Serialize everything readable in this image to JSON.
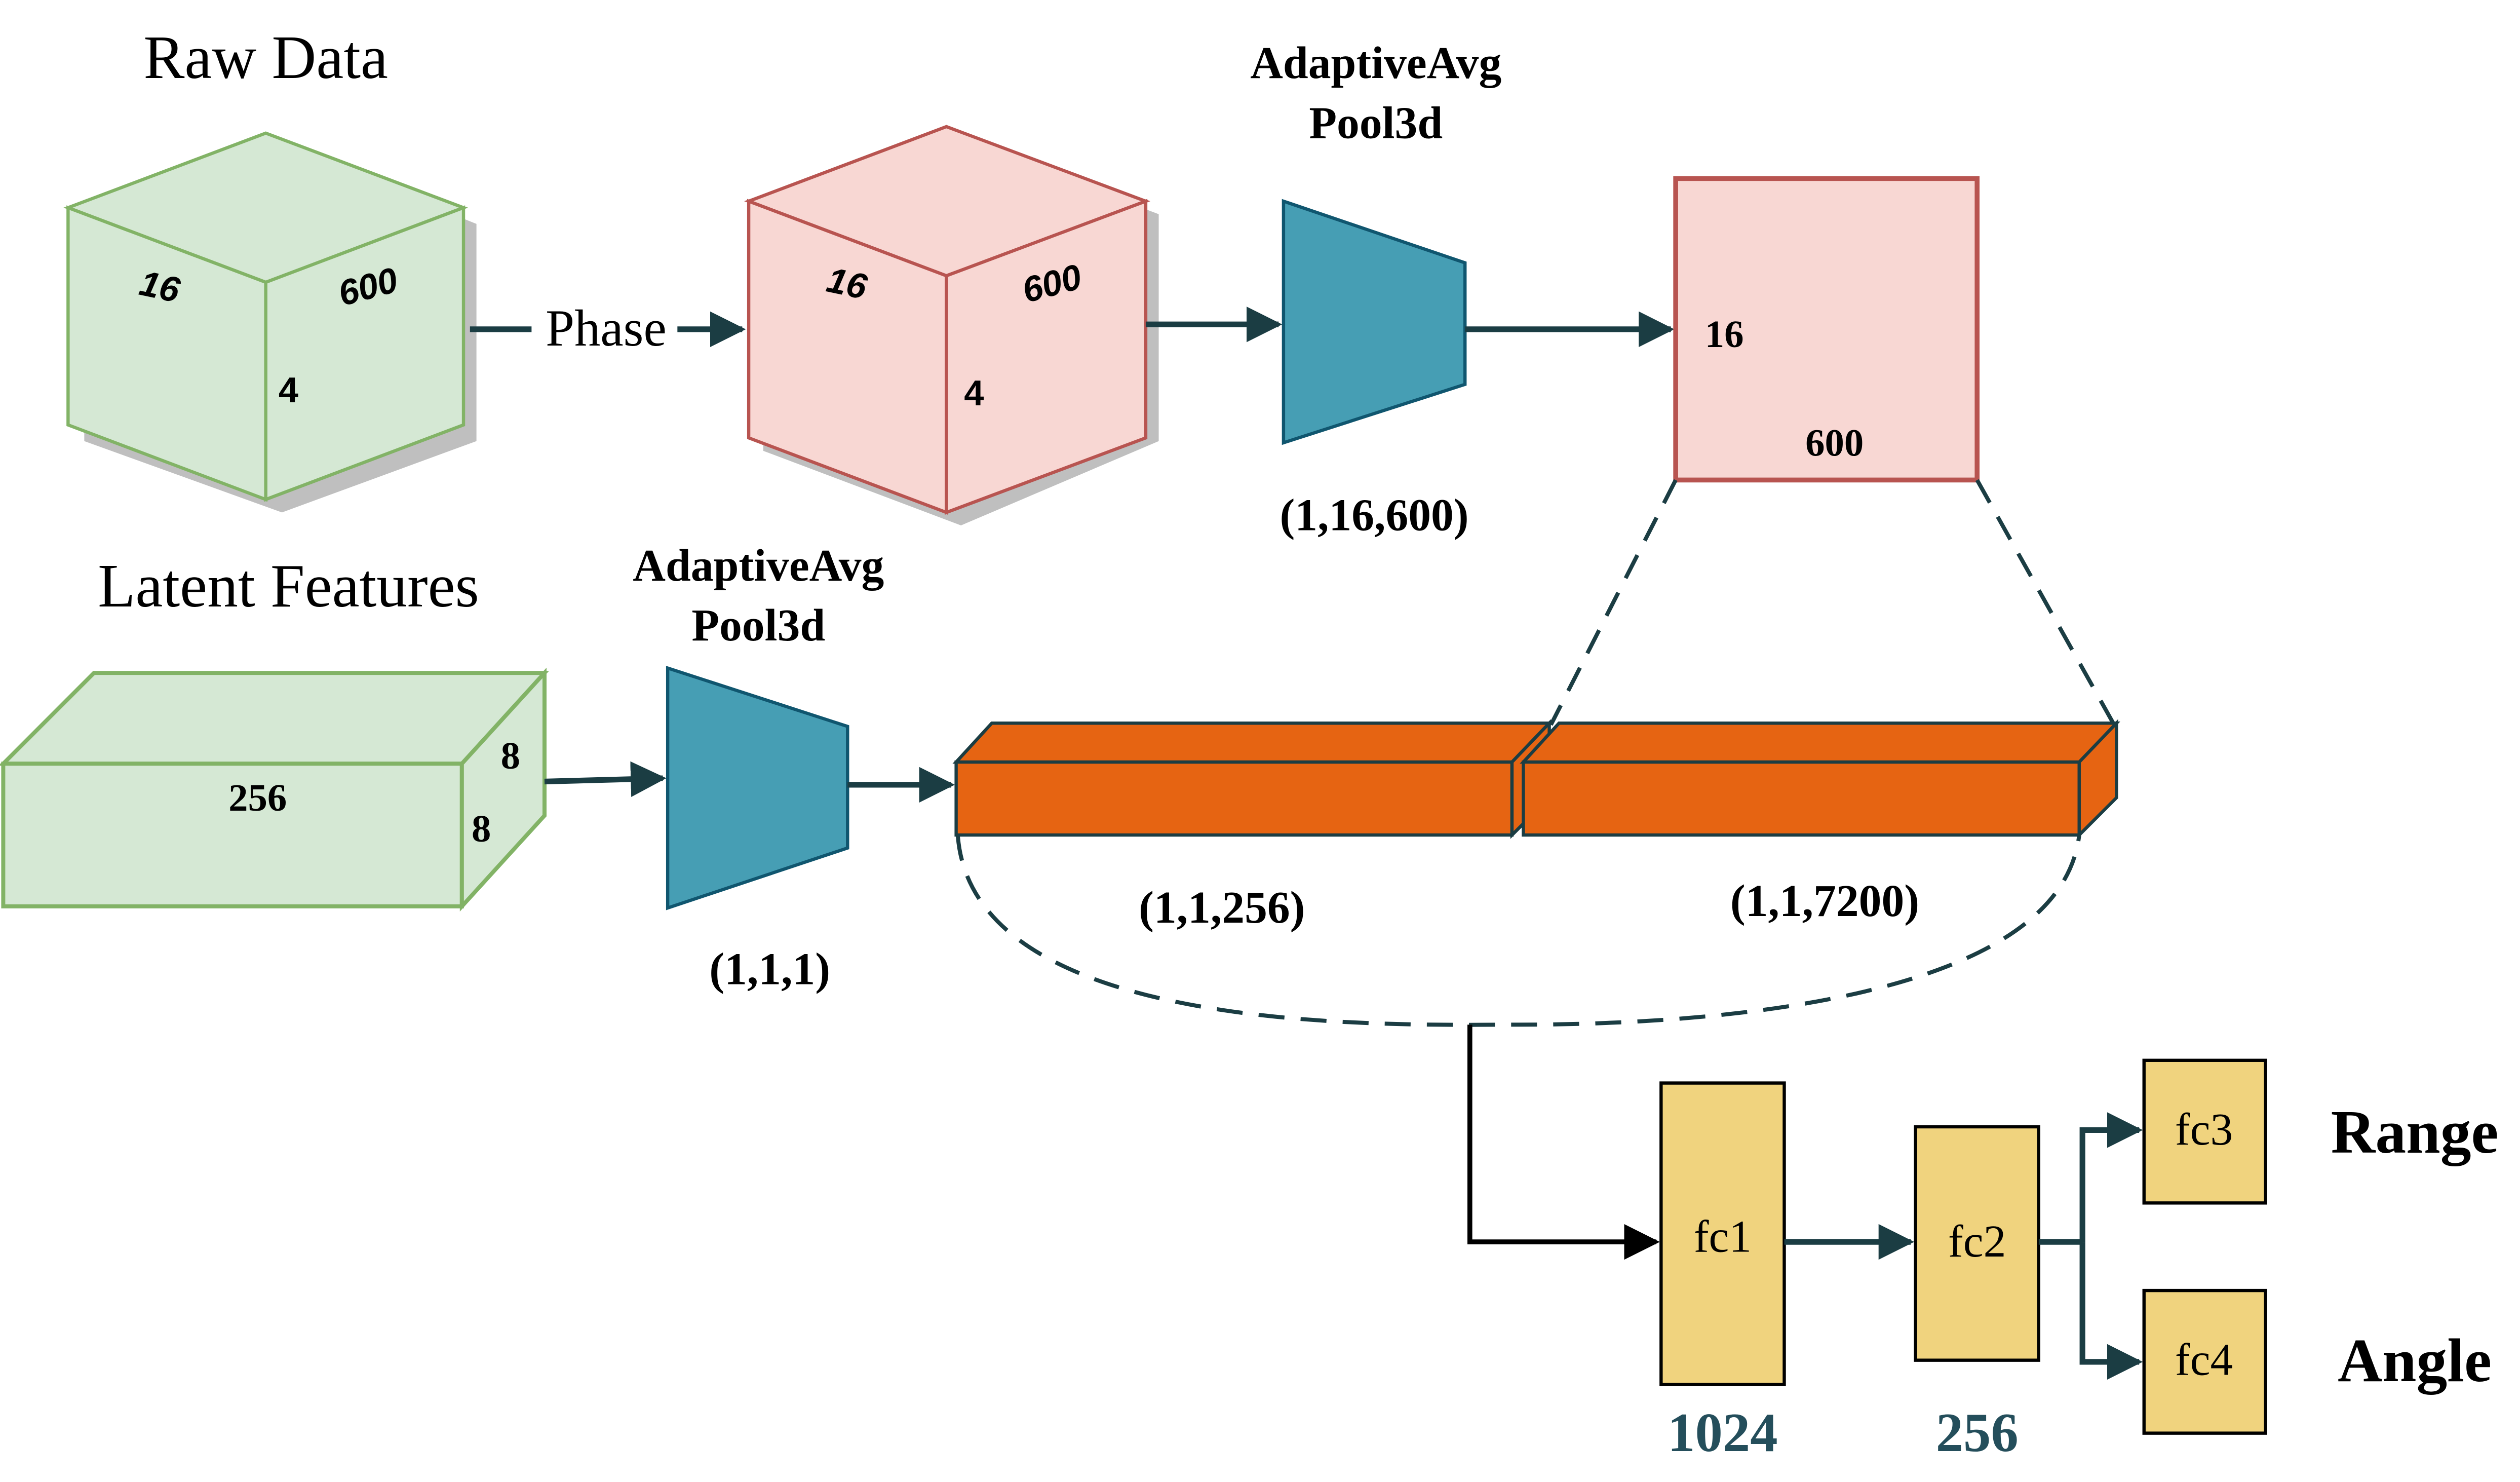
{
  "colors": {
    "green_fill": "#d5e8d4",
    "green_stroke": "#82b366",
    "red_fill": "#f8d7d3",
    "red_stroke": "#b85450",
    "teal_fill": "#469eb4",
    "teal_stroke": "#10566f",
    "orange_fill": "#e66412",
    "yellow_fill": "#f0d37e",
    "arrow": "#1b3d43",
    "label_blue": "#244e5b"
  },
  "raw_data": {
    "title": "Raw Data",
    "dims": [
      "16",
      "600",
      "4"
    ]
  },
  "phase_label": "Phase",
  "phase_cube": {
    "dims": [
      "16",
      "600",
      "4"
    ]
  },
  "pool_top": {
    "title_line1": "AdaptiveAvg",
    "title_line2": "Pool3d",
    "shape": "(1,16,600)"
  },
  "phase_map": {
    "dims": [
      "16",
      "600"
    ]
  },
  "latent": {
    "title": "Latent Features",
    "dims": [
      "256",
      "8",
      "8"
    ]
  },
  "pool_bottom": {
    "title_line1": "AdaptiveAvg",
    "title_line2": "Pool3d",
    "shape": "(1,1,1)"
  },
  "concat": {
    "left_shape": "(1,1,256)",
    "right_shape": "(1,1,7200)"
  },
  "fc_layers": [
    {
      "name": "fc1",
      "size": "1024"
    },
    {
      "name": "fc2",
      "size": "256"
    },
    {
      "name": "fc3",
      "output": "Range"
    },
    {
      "name": "fc4",
      "output": "Angle"
    }
  ]
}
